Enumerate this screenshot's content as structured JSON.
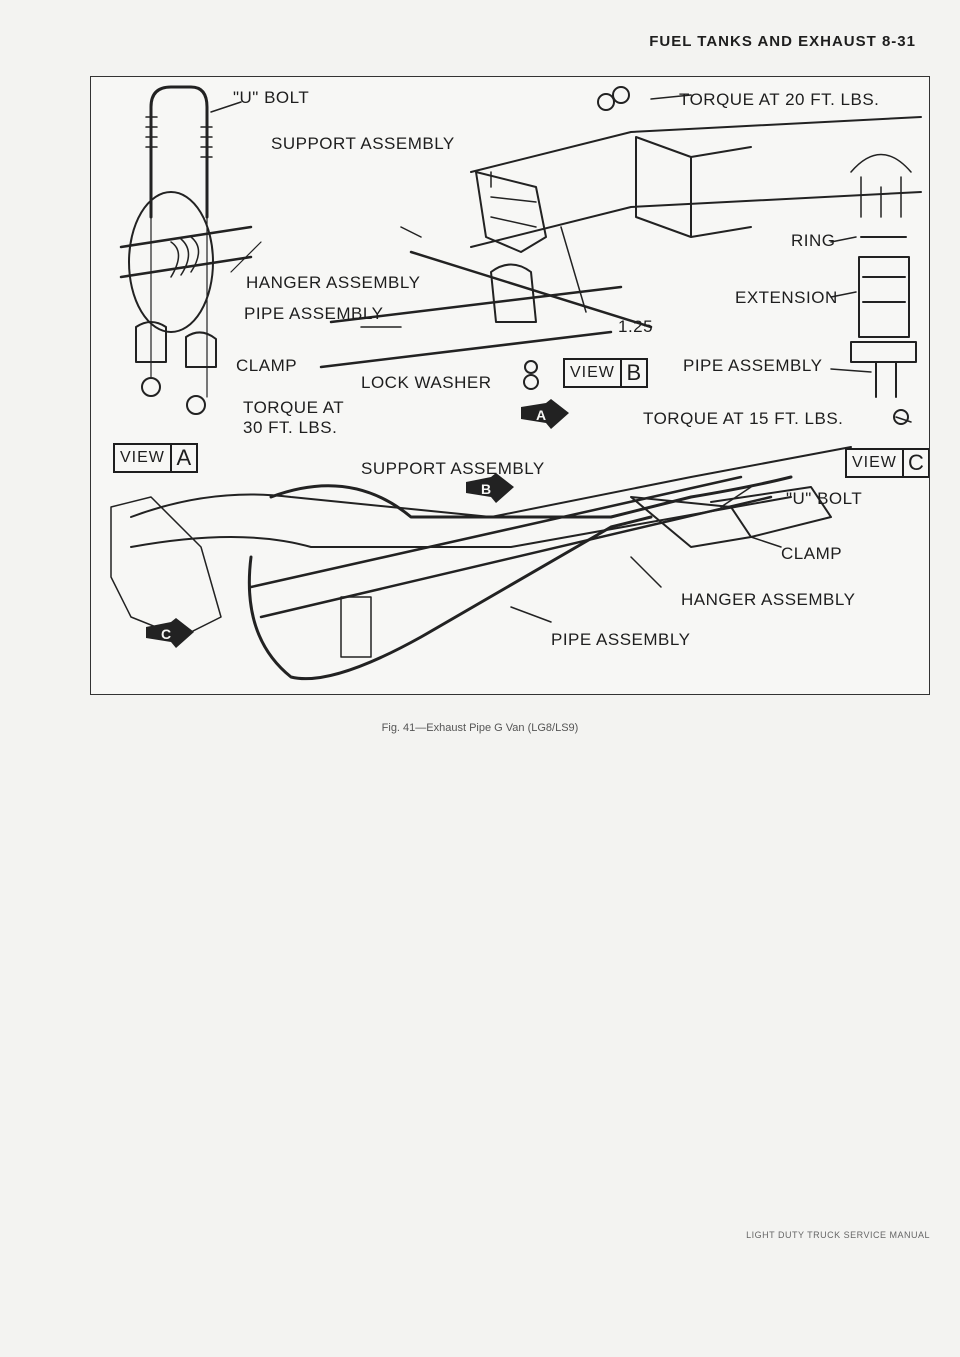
{
  "page": {
    "header": "FUEL TANKS AND EXHAUST 8-31",
    "caption": "Fig. 41—Exhaust Pipe   G Van (LG8/LS9)",
    "footer": "LIGHT DUTY TRUCK SERVICE MANUAL"
  },
  "figure": {
    "labels": {
      "u_bolt_a": "\"U\" BOLT",
      "support_assembly_top": "SUPPORT ASSEMBLY",
      "torque_20": "TORQUE AT 20 FT. LBS.",
      "ring": "RING",
      "hanger_assembly_a": "HANGER ASSEMBLY",
      "extension": "EXTENSION",
      "pipe_assembly_a": "PIPE ASSEMBLY",
      "dim_125": "1.25",
      "clamp_a": "CLAMP",
      "lock_washer": "LOCK WASHER",
      "pipe_assembly_c": "PIPE ASSEMBLY",
      "torque_30": "TORQUE AT\n30 FT. LBS.",
      "torque_15": "TORQUE AT 15 FT. LBS.",
      "support_assembly_main": "SUPPORT ASSEMBLY",
      "u_bolt_main": "\"U\" BOLT",
      "clamp_main": "CLAMP",
      "hanger_assembly_main": "HANGER ASSEMBLY",
      "pipe_assembly_main": "PIPE ASSEMBLY"
    },
    "views": [
      {
        "word": "VIEW",
        "letter": "A"
      },
      {
        "word": "VIEW",
        "letter": "B"
      },
      {
        "word": "VIEW",
        "letter": "C"
      }
    ],
    "arrows": [
      "A",
      "B",
      "C"
    ]
  }
}
